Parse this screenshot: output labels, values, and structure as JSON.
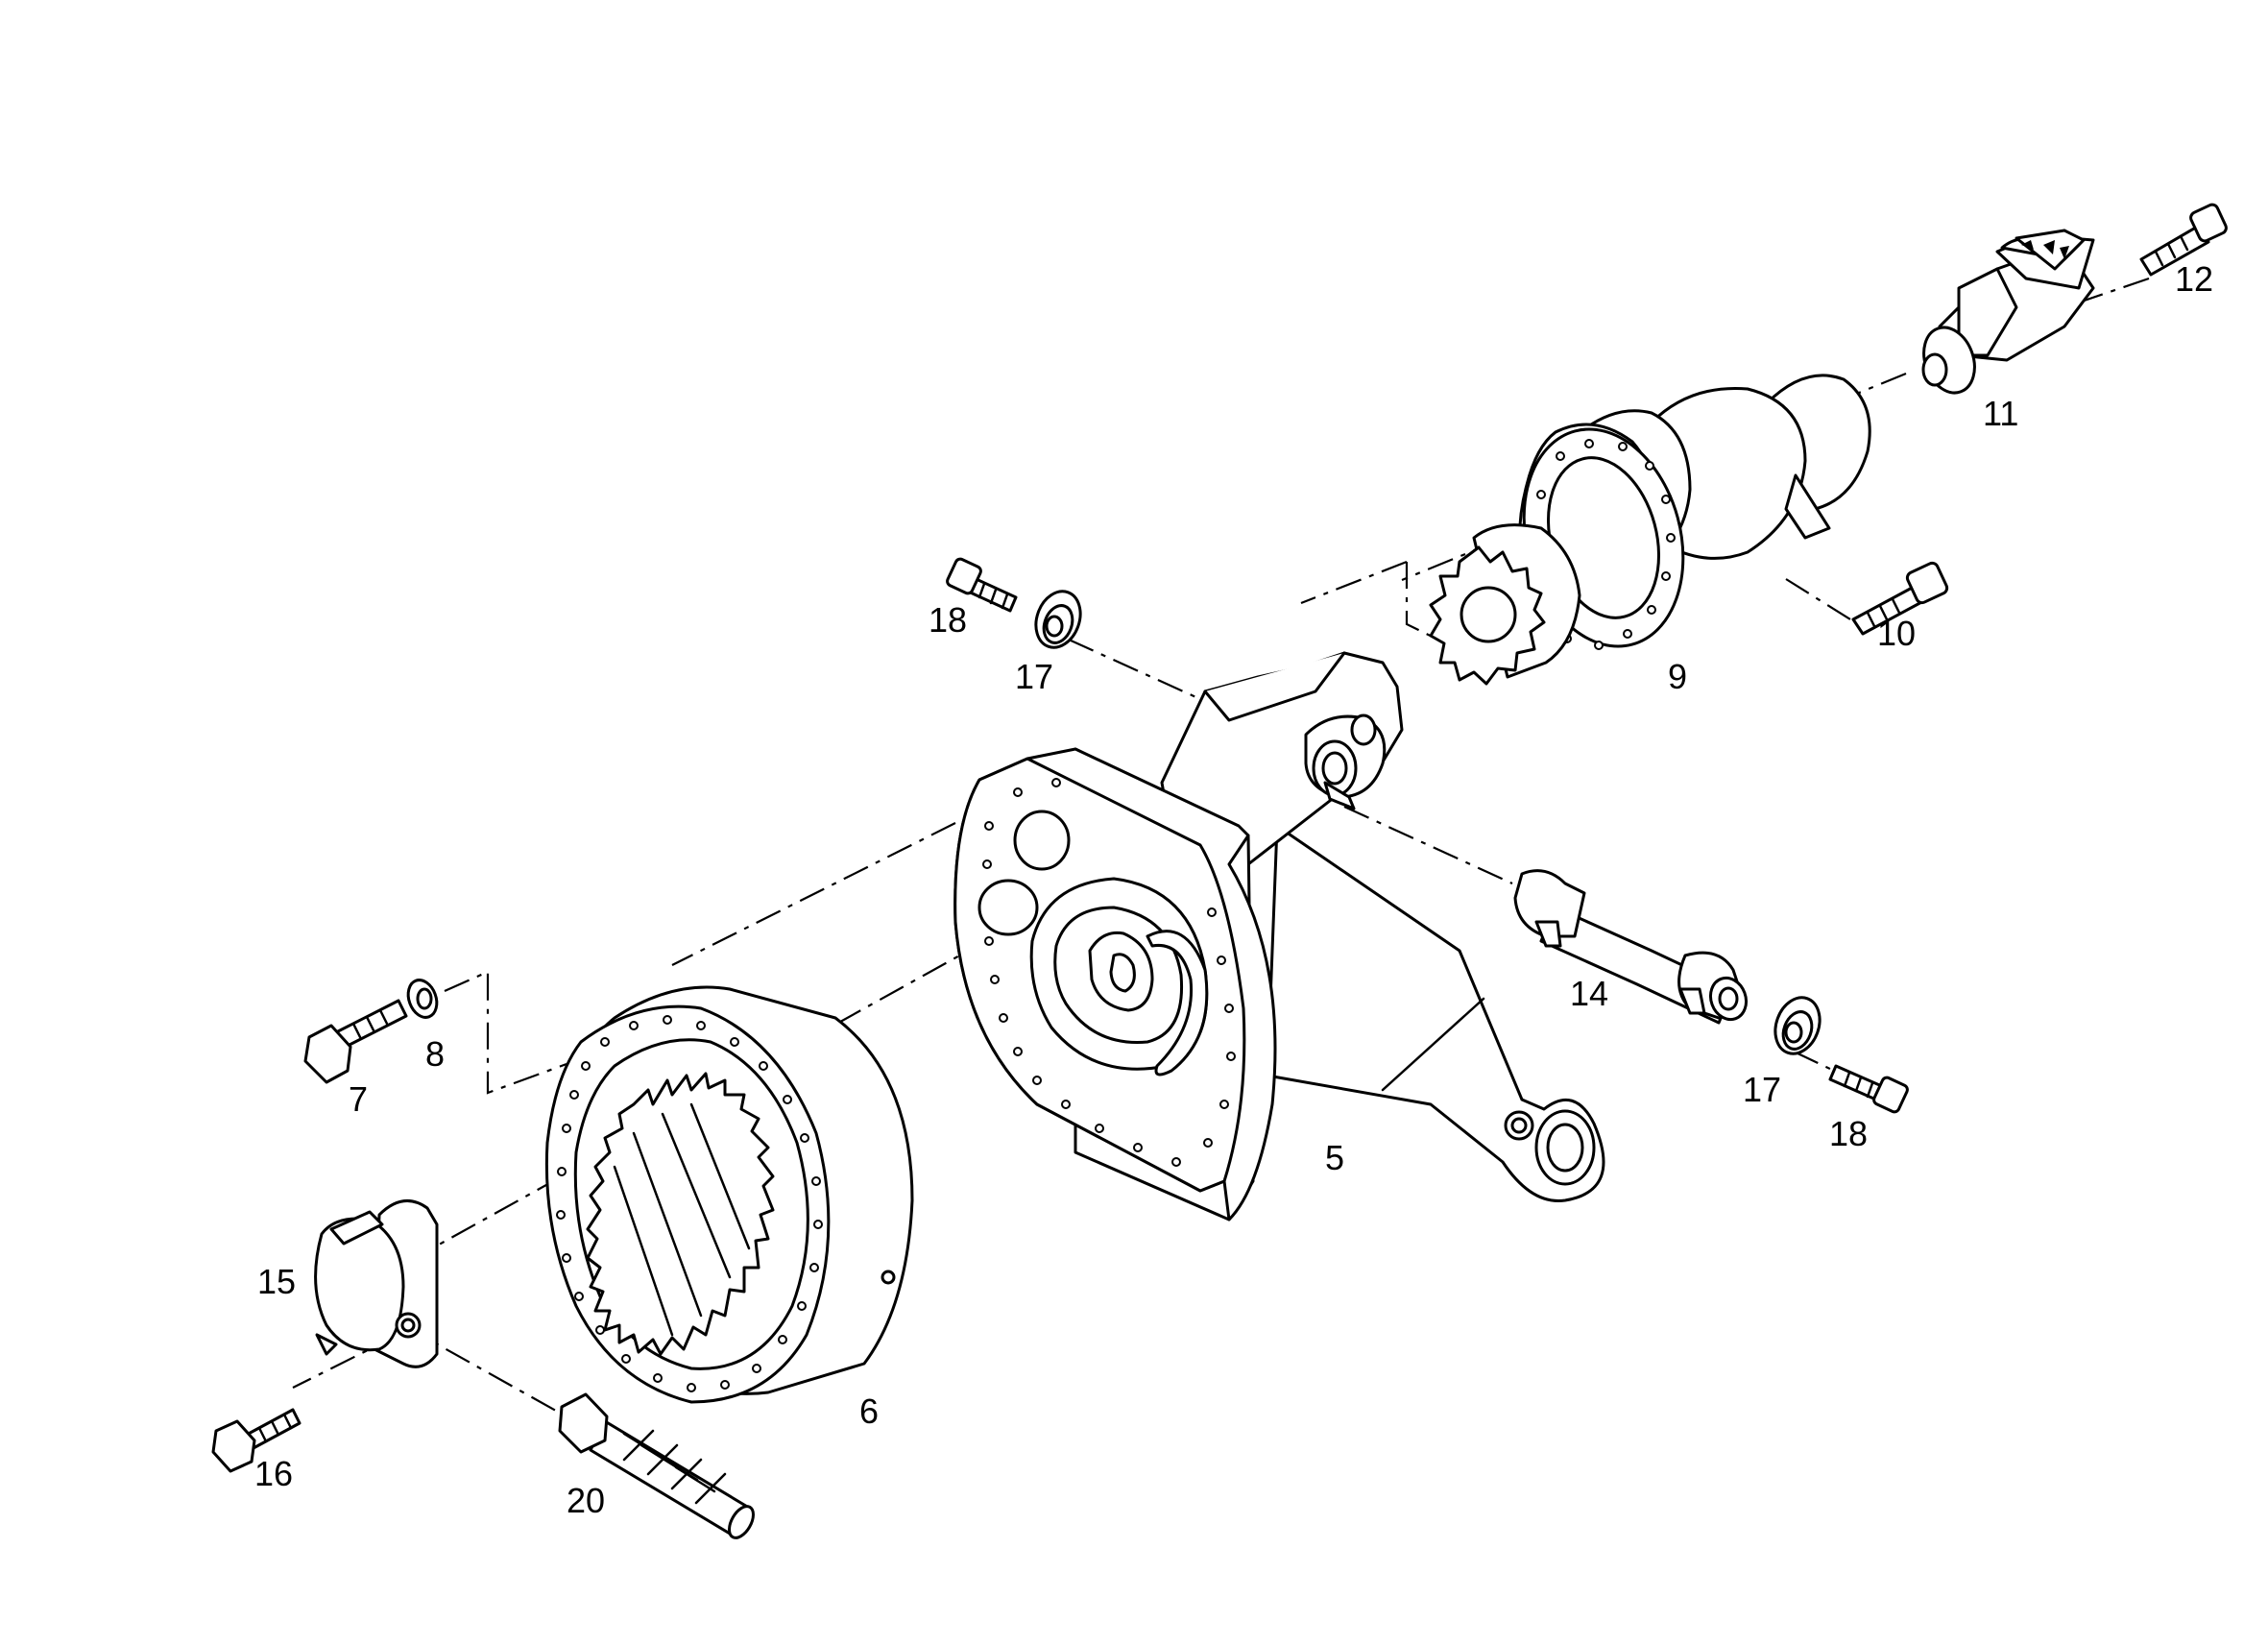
{
  "labels": {
    "p5": "5",
    "p6": "6",
    "p7": "7",
    "p8": "8",
    "p9": "9",
    "p10": "10",
    "p11": "11",
    "p12": "12",
    "p14": "14",
    "p15": "15",
    "p16": "16",
    "p17a": "17",
    "p17b": "17",
    "p18a": "18",
    "p18b": "18",
    "p20": "20"
  }
}
